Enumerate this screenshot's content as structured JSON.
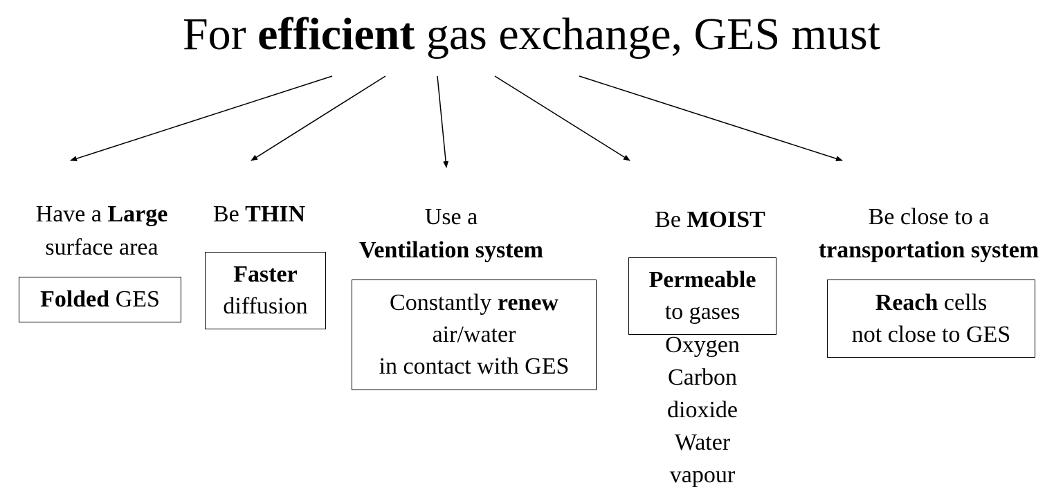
{
  "title": {
    "pre": "For ",
    "bold": "efficient",
    "post": " gas exchange, GES must"
  },
  "branches": [
    {
      "heading": [
        {
          "pre": "Have a ",
          "bold": "Large"
        },
        {
          "pre": "surface area"
        }
      ],
      "box": [
        {
          "bold": "Folded",
          "post": " GES"
        }
      ]
    },
    {
      "heading": [
        {
          "pre": "Be ",
          "bold": "THIN"
        }
      ],
      "box": [
        {
          "bold": "Faster"
        },
        {
          "pre": "diffusion"
        }
      ]
    },
    {
      "heading": [
        {
          "pre": "Use a"
        },
        {
          "bold": "Ventilation system"
        }
      ],
      "box": [
        {
          "pre": "Constantly ",
          "bold": "renew"
        },
        {
          "pre": "air/water"
        },
        {
          "pre": "in contact with GES"
        }
      ]
    },
    {
      "heading": [
        {
          "pre": "Be ",
          "bold": "MOIST"
        }
      ],
      "box": [
        {
          "bold": "Permeable"
        },
        {
          "pre": "to gases"
        }
      ],
      "gases": [
        "Oxygen",
        "Carbon",
        "dioxide",
        "Water",
        "vapour"
      ]
    },
    {
      "heading": [
        {
          "pre": "Be close to a"
        },
        {
          "bold": "transportation system"
        }
      ],
      "box": [
        {
          "bold": "Reach",
          "post": " cells"
        },
        {
          "pre": "not close to GES"
        }
      ]
    }
  ]
}
